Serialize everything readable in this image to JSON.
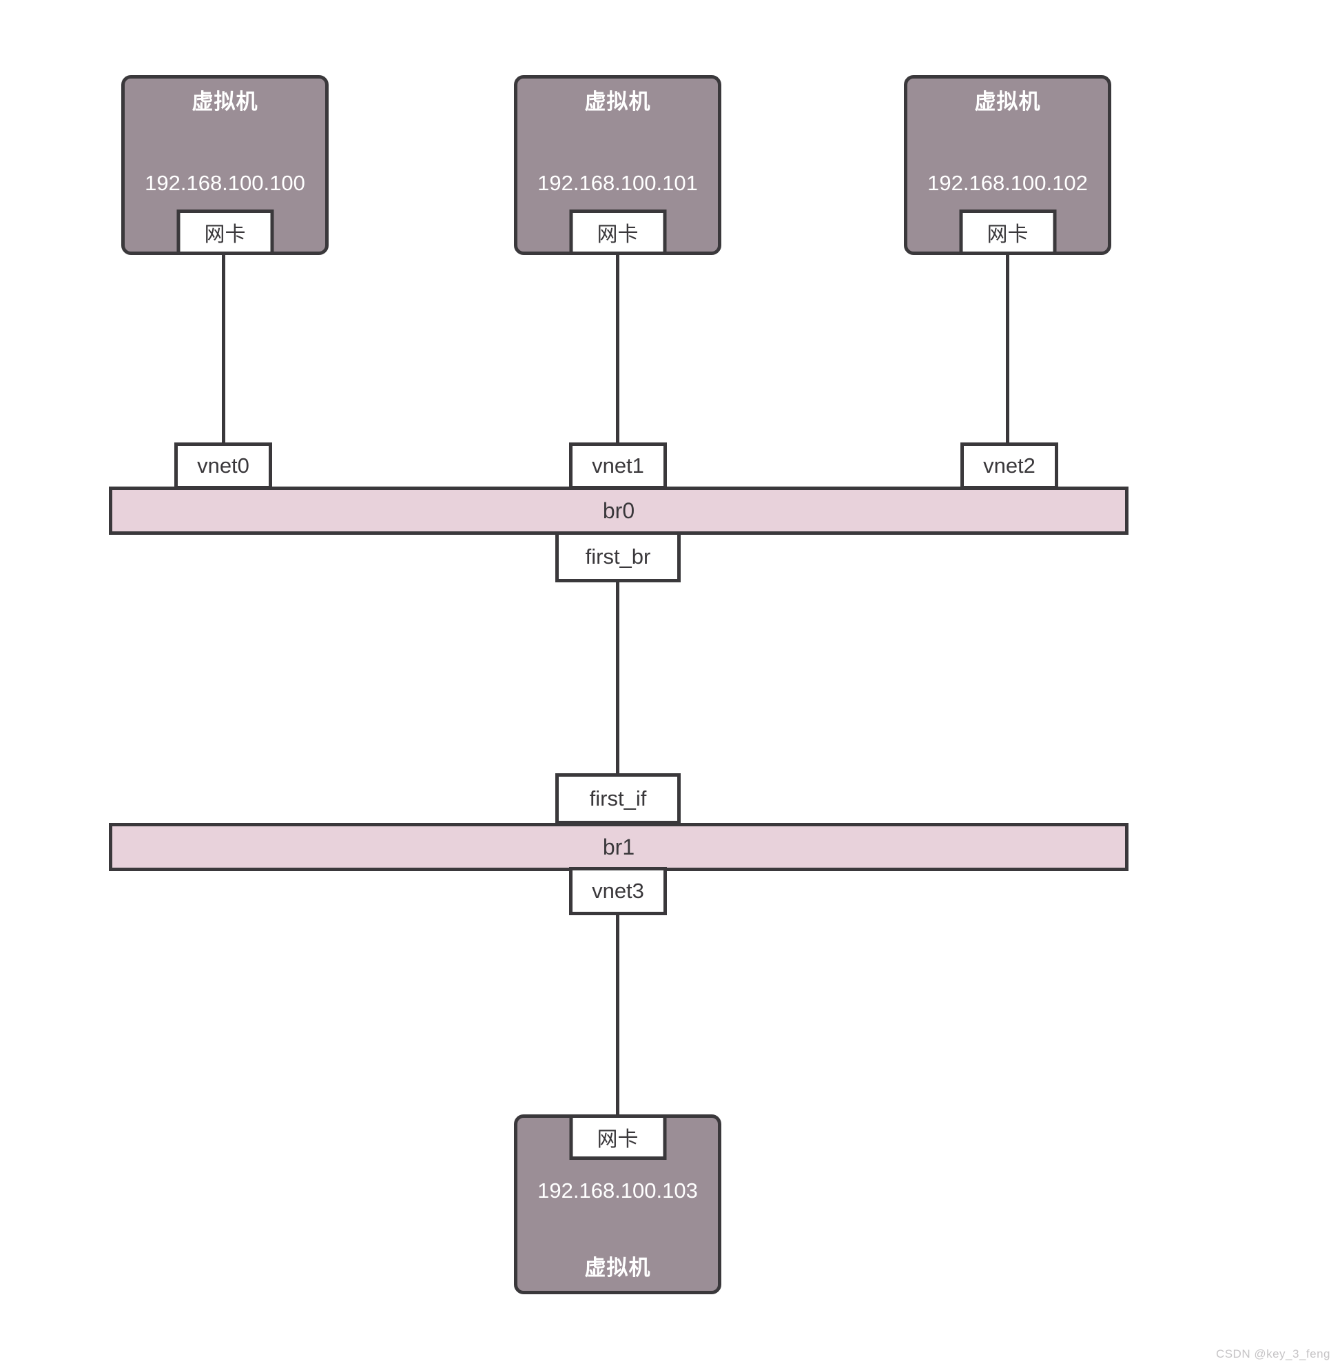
{
  "colors": {
    "vm_fill": "#9b8e96",
    "bridge_fill": "#e8d2db",
    "stroke": "#3a383b",
    "box_fill": "#ffffff",
    "watermark": "#c6c4c6"
  },
  "vms": [
    {
      "label": "虚拟机",
      "ip": "192.168.100.100",
      "nic": "网卡"
    },
    {
      "label": "虚拟机",
      "ip": "192.168.100.101",
      "nic": "网卡"
    },
    {
      "label": "虚拟机",
      "ip": "192.168.100.102",
      "nic": "网卡"
    },
    {
      "label": "虚拟机",
      "ip": "192.168.100.103",
      "nic": "网卡"
    }
  ],
  "vnets": [
    "vnet0",
    "vnet1",
    "vnet2",
    "vnet3"
  ],
  "bridges": [
    "br0",
    "br1"
  ],
  "interfaces": [
    "first_br",
    "first_if"
  ],
  "watermark": "CSDN @key_3_feng"
}
